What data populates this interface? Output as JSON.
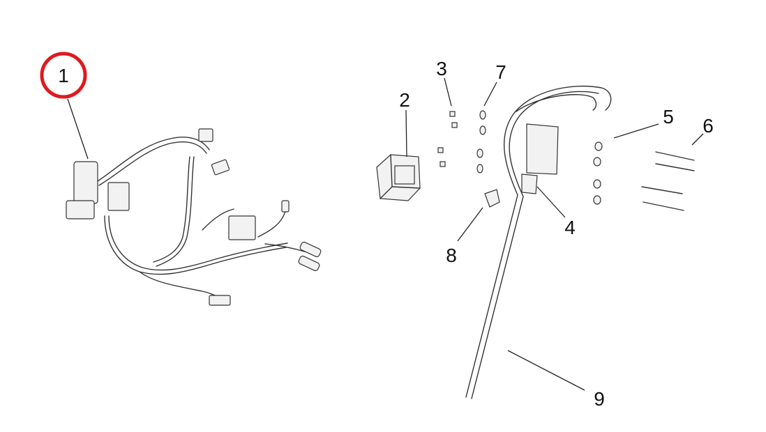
{
  "diagram": {
    "callouts": [
      {
        "id": "1",
        "highlighted": true
      },
      {
        "id": "2"
      },
      {
        "id": "3"
      },
      {
        "id": "4"
      },
      {
        "id": "5"
      },
      {
        "id": "6"
      },
      {
        "id": "7"
      },
      {
        "id": "8"
      },
      {
        "id": "9"
      }
    ],
    "highlight_color": "#e0191e"
  }
}
